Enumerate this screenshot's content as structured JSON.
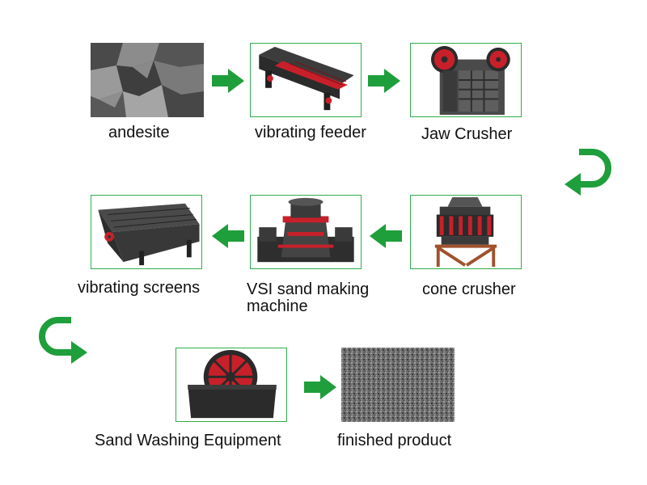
{
  "steps": [
    {
      "id": "andesite",
      "label": "andesite",
      "icon": "andesite-rock-icon"
    },
    {
      "id": "vibrating-feeder",
      "label": "vibrating feeder",
      "icon": "vibrating-feeder-icon"
    },
    {
      "id": "jaw-crusher",
      "label": "Jaw Crusher",
      "icon": "jaw-crusher-icon"
    },
    {
      "id": "cone-crusher",
      "label": "cone crusher",
      "icon": "cone-crusher-icon"
    },
    {
      "id": "vsi",
      "label_line1": "VSI sand making",
      "label_line2": "machine",
      "icon": "vsi-sand-making-machine-icon"
    },
    {
      "id": "vibrating-screens",
      "label": "vibrating screens",
      "icon": "vibrating-screen-icon"
    },
    {
      "id": "sand-washing",
      "label": "Sand Washing Equipment",
      "icon": "sand-washer-icon"
    },
    {
      "id": "finished-product",
      "label": "finished product",
      "icon": "sand-pile-icon"
    }
  ],
  "colors": {
    "arrow": "#1f9e3c",
    "border": "#2fae4d",
    "machine_red": "#c8202a"
  }
}
